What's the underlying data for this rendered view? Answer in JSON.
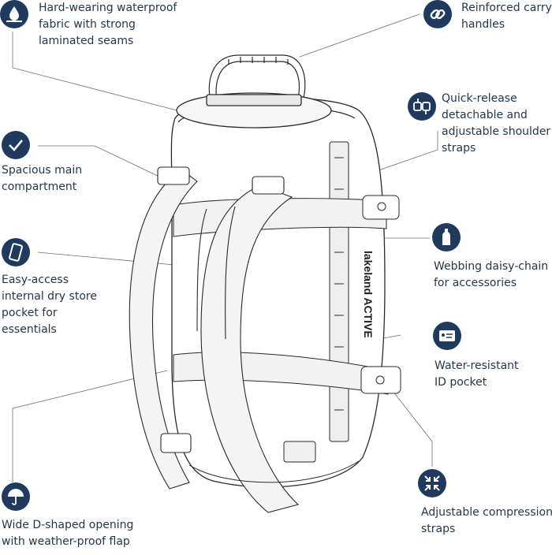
{
  "colors": {
    "icon_bg": "#1f3a5c",
    "line": "#6b6f75",
    "text": "#24374b",
    "drawing": "#2a2a2a"
  },
  "brand_text": "lakeland ACTIVE",
  "features": [
    {
      "id": "waterproof",
      "icon": "water-drop-icon",
      "lines": [
        "Hard-wearing waterproof",
        "fabric with strong",
        "laminated seams"
      ]
    },
    {
      "id": "carry-handles",
      "icon": "link-icon",
      "lines": [
        "Reinforced carry",
        "handles"
      ]
    },
    {
      "id": "main-compartment",
      "icon": "checkmark-icon",
      "lines": [
        "Spacious main",
        "compartment"
      ]
    },
    {
      "id": "shoulder-straps",
      "icon": "buckle-icon",
      "lines": [
        "Quick-release",
        "detachable and",
        "adjustable shoulder",
        "straps"
      ]
    },
    {
      "id": "dry-pocket",
      "icon": "phone-icon",
      "lines": [
        "Easy-access",
        "internal dry store",
        "pocket for",
        "essentials"
      ]
    },
    {
      "id": "daisy-chain",
      "icon": "bottle-icon",
      "lines": [
        "Webbing daisy-chain",
        "for accessories"
      ]
    },
    {
      "id": "id-pocket",
      "icon": "id-card-icon",
      "lines": [
        "Water-resistant",
        "ID pocket"
      ]
    },
    {
      "id": "d-opening",
      "icon": "umbrella-icon",
      "lines": [
        "Wide D-shaped opening",
        "with weather-proof flap"
      ]
    },
    {
      "id": "compression",
      "icon": "compress-arrows-icon",
      "lines": [
        "Adjustable compression",
        "straps"
      ]
    }
  ]
}
